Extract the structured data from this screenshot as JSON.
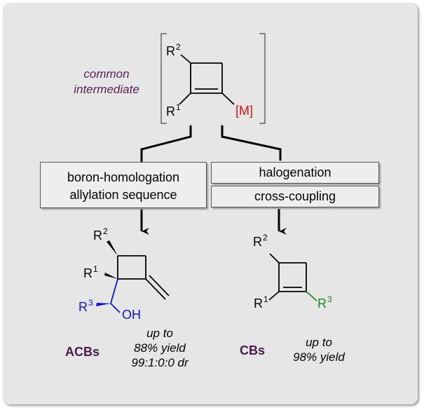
{
  "intermediate": {
    "label_line1": "common",
    "label_line2": "intermediate",
    "r2": "R",
    "r2_sup": "2",
    "r1": "R",
    "r1_sup": "1",
    "metal": "[M]"
  },
  "left_route": {
    "box_line1": "boron-homologation",
    "box_line2": "allylation sequence",
    "product": {
      "r2": "R",
      "r2_sup": "2",
      "r1": "R",
      "r1_sup": "1",
      "r3": "R",
      "r3_sup": "3",
      "oh": "OH"
    },
    "name": "ACBs",
    "yield_line1": "up to",
    "yield_line2": "88% yield",
    "yield_line3": "99:1:0:0 dr"
  },
  "right_route": {
    "box1": "halogenation",
    "box2": "cross-coupling",
    "product": {
      "r2": "R",
      "r2_sup": "2",
      "r1": "R",
      "r1_sup": "1",
      "r3": "R",
      "r3_sup": "3"
    },
    "name": "CBs",
    "yield_line1": "up to",
    "yield_line2": "98% yield"
  },
  "colors": {
    "panel": "#e6e6e6",
    "intermediate_label": "#5a1f5a",
    "metal": "#e01010",
    "acb_highlight": "#1010e0",
    "cb_highlight": "#1a8a1a",
    "product_name": "#4a1a4a"
  }
}
